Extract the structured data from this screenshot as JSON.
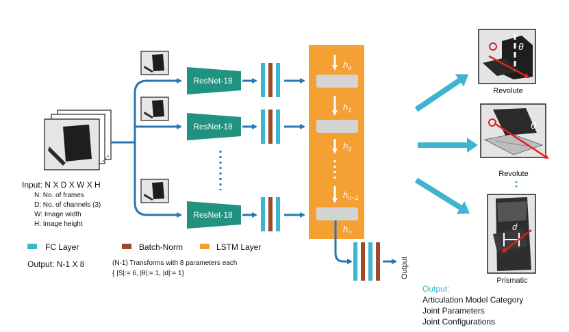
{
  "input": {
    "title": "Input: N X D X W X H",
    "legend_lines": [
      "N: No. of frames",
      "D: No. of channels (3)",
      "W: Image width",
      "H: Image height"
    ]
  },
  "network": {
    "resnet_label": "ResNet-18",
    "hidden_states": [
      "h",
      "h",
      "h",
      "h",
      "h"
    ],
    "hidden_subscripts": [
      "o",
      "1",
      "2",
      "n−1",
      "n"
    ],
    "output_label": "Output"
  },
  "legend": {
    "fc": "FC Layer",
    "bn": "Batch-Norm",
    "lstm": "LSTM Layer"
  },
  "output_summary": {
    "shape": "Output: N-1 X 8",
    "transforms": "(N-1) Transforms with 8 parameters each",
    "constraints": "{ |S|:= 6, |θ|:= 1, |d|:= 1}"
  },
  "results": {
    "labels": [
      "Revolute",
      "Revolute",
      "Prismatic"
    ],
    "theta": "θ",
    "d": "d",
    "heading": "Output:",
    "lines": [
      "Articulation Model Category",
      "Joint Parameters",
      "Joint Configurations"
    ]
  },
  "colors": {
    "fc": "#3bb5d0",
    "bn": "#9c4a2b",
    "lstm": "#f5a033",
    "resnet": "#21927f",
    "arrow": "#2577b3",
    "out_arrow": "#3fb4cf",
    "red": "#e02020"
  }
}
